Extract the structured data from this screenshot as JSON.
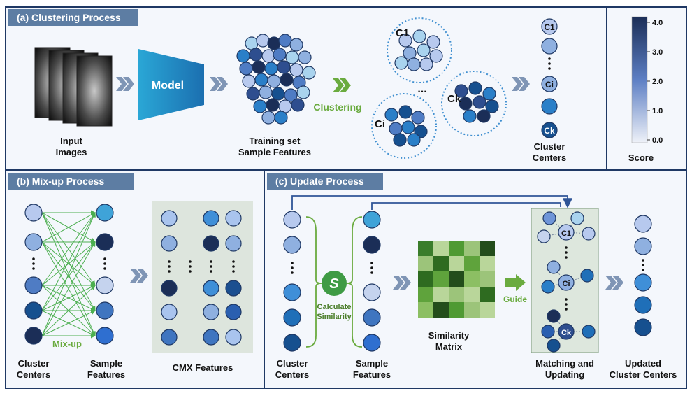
{
  "panels": {
    "a": {
      "title": "(a) Clustering Process"
    },
    "b": {
      "title": "(b) Mix-up Process"
    },
    "c": {
      "title": "(c) Update Process"
    }
  },
  "labels": {
    "input_images_1": "Input",
    "input_images_2": "Images",
    "model": "Model",
    "training_1": "Training set",
    "training_2": "Sample Features",
    "clustering": "Clustering",
    "c1": "C1",
    "ci": "Ci",
    "ck": "Ck",
    "ellipsis": "...",
    "cluster_centers_1": "Cluster",
    "cluster_centers_2": "Centers",
    "score": "Score",
    "mixup": "Mix-up",
    "sample_features_1": "Sample",
    "sample_features_2": "Features",
    "cmx_features": "CMX Features",
    "s_symbol": "S",
    "calculate_1": "Calculate",
    "calculate_2": "Similarity",
    "similarity_matrix_1": "Similarity",
    "similarity_matrix_2": "Matrix",
    "guide": "Guide",
    "matching_1": "Matching and",
    "matching_2": "Updating",
    "updated_1": "Updated",
    "updated_2": "Cluster Centers"
  },
  "score_ticks": [
    "4.0",
    "3.0",
    "2.0",
    "1.0",
    "0.0"
  ],
  "colors": {
    "header_bg": "#5d7da3",
    "border": "#1f3864",
    "panel_bg": "#f3f6fb",
    "arrow": "#7f95b5",
    "green_arrow": "#6aab3f",
    "cluster_ring": "#3f8fd0",
    "link_green": "#4caf50",
    "score_high": "#1b2e57",
    "score_low": "#e6ebf5"
  }
}
